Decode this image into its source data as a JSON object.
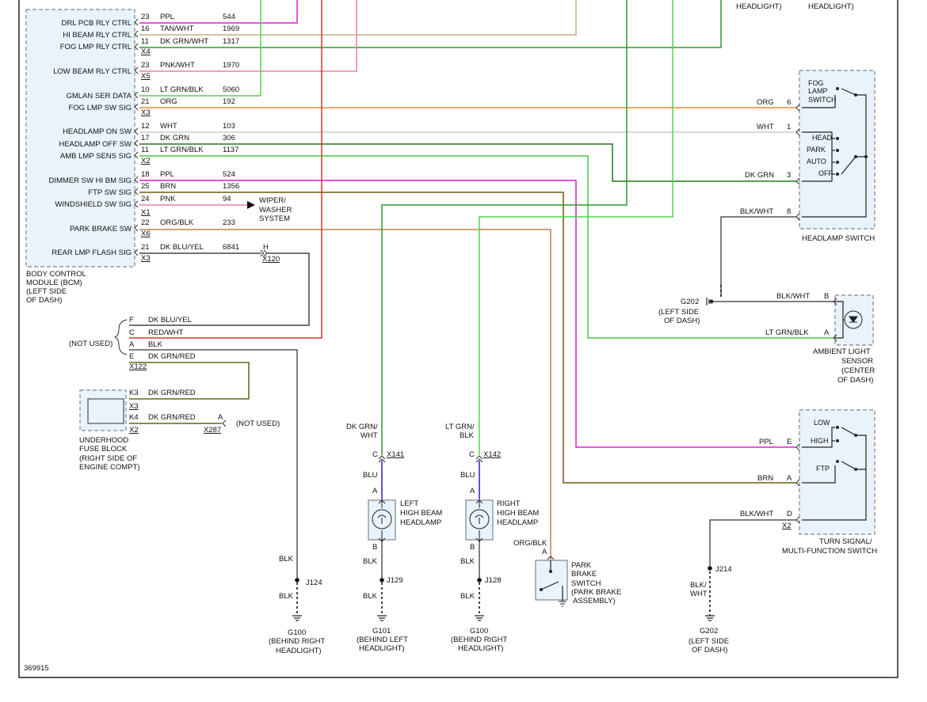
{
  "colors": {
    "ppl": "#e21ad6",
    "tan_wht": "#c9ac86",
    "dk_grn_wht": "#2e9b2e",
    "lt_grn": "#4fd64f",
    "pnk": "#f07ba6",
    "lt_grn_blk": "#43c843",
    "org": "#e8892e",
    "wht": "#cccccc",
    "dk_grn": "#1e7a1e",
    "brn": "#6f5a10",
    "org_blk": "#b5864e",
    "dk_blu_yel": "#3b4a3b",
    "red_wht": "#d43b2a",
    "blk": "#555555",
    "dk_grn_red": "#5d6a12",
    "blu": "#2020c0",
    "frame": "#222222",
    "box_fill": "#e9f3fb"
  },
  "bcm": {
    "label": [
      "BODY CONTROL",
      "MODULE (BCM)",
      "(LEFT SIDE",
      "OF DASH)"
    ],
    "rows": [
      {
        "name": "DRL PCB RLY CTRL",
        "pin": "23",
        "color": "PPL",
        "circuit": "544"
      },
      {
        "name": "HI BEAM RLY CTRL",
        "pin": "16",
        "color": "TAN/WHT",
        "circuit": "1969"
      },
      {
        "name": "FOG LMP RLY CTRL",
        "pin": "11",
        "color": "DK GRN/WHT",
        "circuit": "1317",
        "connector": "X4"
      },
      {
        "name": "LOW BEAM RLY CTRL",
        "pin": "23",
        "color": "PNK/WHT",
        "circuit": "1970",
        "connector": "X5"
      },
      {
        "name": "GMLAN SER DATA",
        "pin": "10",
        "color": "LT GRN/BLK",
        "circuit": "5060"
      },
      {
        "name": "FOG LMP SW SIG",
        "pin": "21",
        "color": "ORG",
        "circuit": "192",
        "connector": "X3"
      },
      {
        "name": "HEADLAMP ON SW",
        "pin": "12",
        "color": "WHT",
        "circuit": "103"
      },
      {
        "name": "HEADLAMP OFF SW",
        "pin": "17",
        "color": "DK GRN",
        "circuit": "306"
      },
      {
        "name": "AMB LMP SENS SIG",
        "pin": "11",
        "color": "LT GRN/BLK",
        "circuit": "1137",
        "connector": "X2"
      },
      {
        "name": "DIMMER SW HI BM SIG",
        "pin": "18",
        "color": "PPL",
        "circuit": "524"
      },
      {
        "name": "FTP SW SIG",
        "pin": "25",
        "color": "BRN",
        "circuit": "1356"
      },
      {
        "name": "WINDSHIELD SW SIG",
        "pin": "24",
        "color": "PNK",
        "circuit": "94",
        "connector": "X1"
      },
      {
        "name": "PARK BRAKE SW",
        "pin": "22",
        "color": "ORG/BLK",
        "circuit": "233",
        "connector": "X6"
      },
      {
        "name": "REAR LMP FLASH SIG",
        "pin": "21",
        "color": "DK BLU/YEL",
        "circuit": "6841",
        "connector": "X3"
      }
    ],
    "wiper_label": [
      "WIPER/",
      "WASHER",
      "SYSTEM"
    ],
    "x120": {
      "pin": "H",
      "connector": "X120"
    }
  },
  "top_labels": [
    "HEADLIGHT)",
    "HEADLIGHT)"
  ],
  "x122": {
    "not_used": "(NOT USED)",
    "connector": "X122",
    "pins": [
      {
        "pin": "F",
        "color": "DK BLU/YEL"
      },
      {
        "pin": "C",
        "color": "RED/WHT"
      },
      {
        "pin": "A",
        "color": "BLK"
      },
      {
        "pin": "E",
        "color": "DK GRN/RED"
      }
    ]
  },
  "fuse_block": {
    "label": [
      "UNDERHOOD",
      "FUSE BLOCK",
      "(RIGHT SIDE OF",
      "ENGINE COMPT)"
    ],
    "k3": {
      "pin": "K3",
      "color": "DK GRN/RED",
      "connector": "X3"
    },
    "k4": {
      "pin": "K4",
      "color": "DK GRN/RED",
      "connector": "X2"
    },
    "x287": {
      "pin": "A",
      "connector": "X287",
      "note": "(NOT USED)"
    }
  },
  "headlamp_switch": {
    "label": "HEADLAMP SWITCH",
    "fog_label": [
      "FOG",
      "LAMP",
      "SWITCH"
    ],
    "positions": [
      "HEAD",
      "PARK",
      "AUTO",
      "OFF"
    ],
    "pins": [
      {
        "pin": "6",
        "color": "ORG"
      },
      {
        "pin": "1",
        "color": "WHT"
      },
      {
        "pin": "3",
        "color": "DK GRN"
      },
      {
        "pin": "8",
        "color": "BLK/WHT"
      }
    ]
  },
  "g202_top": {
    "name": "G202",
    "label": [
      "(LEFT SIDE",
      "OF DASH)"
    ]
  },
  "ambient_sensor": {
    "label": [
      "AMBIENT LIGHT",
      "SENSOR",
      "(CENTER",
      "OF DASH)"
    ],
    "pin_b": {
      "pin": "B",
      "color": "BLK/WHT"
    },
    "pin_a": {
      "pin": "A",
      "color": "LT GRN/BLK"
    }
  },
  "turn_switch": {
    "label": [
      "TURN SIGNAL/",
      "MULTI-FUNCTION SWITCH"
    ],
    "positions": [
      "LOW",
      "HIGH",
      "FTP"
    ],
    "pins": [
      {
        "pin": "E",
        "color": "PPL"
      },
      {
        "pin": "A",
        "color": "BRN"
      },
      {
        "pin": "D",
        "color": "BLK/WHT",
        "connector": "X2"
      }
    ]
  },
  "left_hb": {
    "wire": [
      "DK GRN/",
      "WHT"
    ],
    "pin_c": "C",
    "connector": "X141",
    "blu": "BLU",
    "pin_a": "A",
    "label": [
      "LEFT",
      "HIGH BEAM",
      "HEADLAMP"
    ],
    "pin_b": "B",
    "blk1": "BLK",
    "splice": "J129",
    "blk2": "BLK",
    "ground": "G101",
    "ground_label": [
      "(BEHIND LEFT",
      "HEADLIGHT)"
    ]
  },
  "right_hb": {
    "wire": [
      "LT GRN/",
      "BLK"
    ],
    "pin_c": "C",
    "connector": "X142",
    "blu": "BLU",
    "pin_a": "A",
    "label": [
      "RIGHT",
      "HIGH BEAM",
      "HEADLAMP"
    ],
    "pin_b": "B",
    "blk1": "BLK",
    "splice": "J128",
    "blk2": "BLK",
    "ground": "G100",
    "ground_label": [
      "(BEHIND RIGHT",
      "HEADLIGHT)"
    ]
  },
  "g100_left": {
    "blk1": "BLK",
    "splice": "J124",
    "blk2": "BLK",
    "ground": "G100",
    "ground_label": [
      "(BEHIND RIGHT",
      "HEADLIGHT)"
    ]
  },
  "park_brake": {
    "wire": "ORG/BLK",
    "pin": "A",
    "label": [
      "PARK",
      "BRAKE",
      "SWITCH",
      "(PARK BRAKE",
      "ASSEMBLY)"
    ]
  },
  "g202_bottom": {
    "splice": "J214",
    "wire": [
      "BLK/",
      "WHT"
    ],
    "ground": "G202",
    "label": [
      "(LEFT SIDE",
      "OF DASH)"
    ]
  },
  "figure_id": "369915"
}
